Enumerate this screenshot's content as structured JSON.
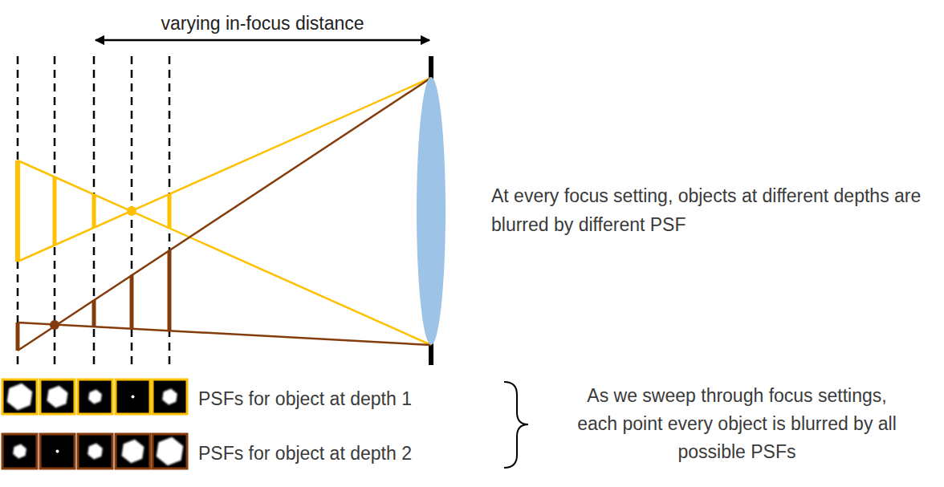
{
  "diagram": {
    "labels": [
      "varying in-focus distance",
      "At every focus setting, objects at different depths are blurred by different PSF",
      "PSFs for object at depth 1",
      "PSFs for object at depth 2",
      "As we sweep through focus settings, each point every object is blurred by all possible PSFs"
    ]
  }
}
